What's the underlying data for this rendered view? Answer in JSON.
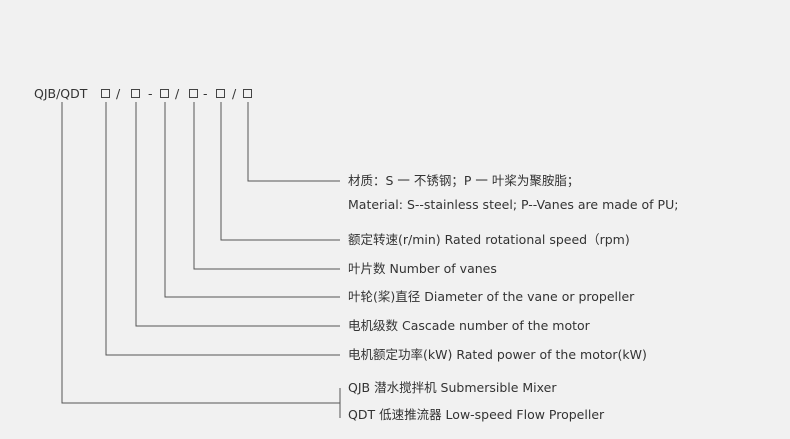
{
  "model_code": {
    "prefix": "QJB/QDT",
    "separators": [
      "/",
      "-",
      "/",
      "-",
      "/"
    ]
  },
  "descriptions": {
    "material_cn": "材质：S 一 不锈钢；P 一 叶桨为聚胺脂；",
    "material_en": "Material: S--stainless steel; P--Vanes are made of PU;",
    "speed": "额定转速(r/min)  Rated rotational speed（rpm)",
    "vanes": "叶片数 Number of vanes",
    "diameter": "叶轮(桨)直径 Diameter of the vane or propeller",
    "cascade": "电机级数 Cascade number of the motor",
    "power": "电机额定功率(kW)  Rated power of the motor(kW)",
    "qjb": "QJB  潜水搅拌机 Submersible Mixer",
    "qdt": "QDT  低速推流器 Low-speed Flow Propeller"
  }
}
